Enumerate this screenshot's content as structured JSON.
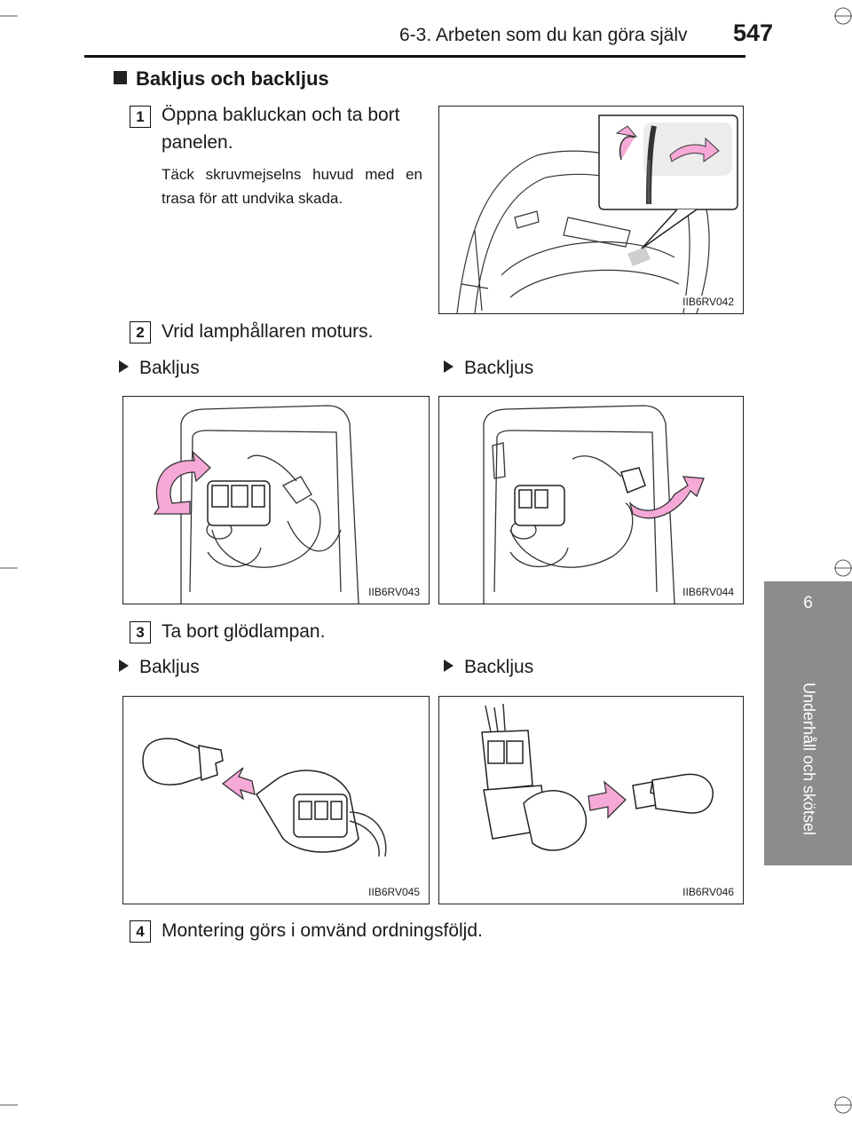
{
  "header": {
    "section": "6-3. Arbeten som du kan göra själv",
    "page_number": "547"
  },
  "side_tab": {
    "number": "6",
    "title": "Underhåll och skötsel"
  },
  "section_title": "Bakljus och backljus",
  "steps": [
    {
      "number": "1",
      "text": "Öppna bakluckan och ta bort panelen.",
      "note": "Täck skruvmejselns huvud med en trasa för att undvika skada."
    },
    {
      "number": "2",
      "text": "Vrid lamphållaren moturs."
    },
    {
      "number": "3",
      "text": "Ta bort glödlampan."
    },
    {
      "number": "4",
      "text": "Montering görs i omvänd ordningsföljd."
    }
  ],
  "labels": {
    "tail": "Bakljus",
    "backup": "Backljus"
  },
  "figures": [
    {
      "code": "IIB6RV042"
    },
    {
      "code": "IIB6RV043"
    },
    {
      "code": "IIB6RV044"
    },
    {
      "code": "IIB6RV045"
    },
    {
      "code": "IIB6RV046"
    }
  ]
}
